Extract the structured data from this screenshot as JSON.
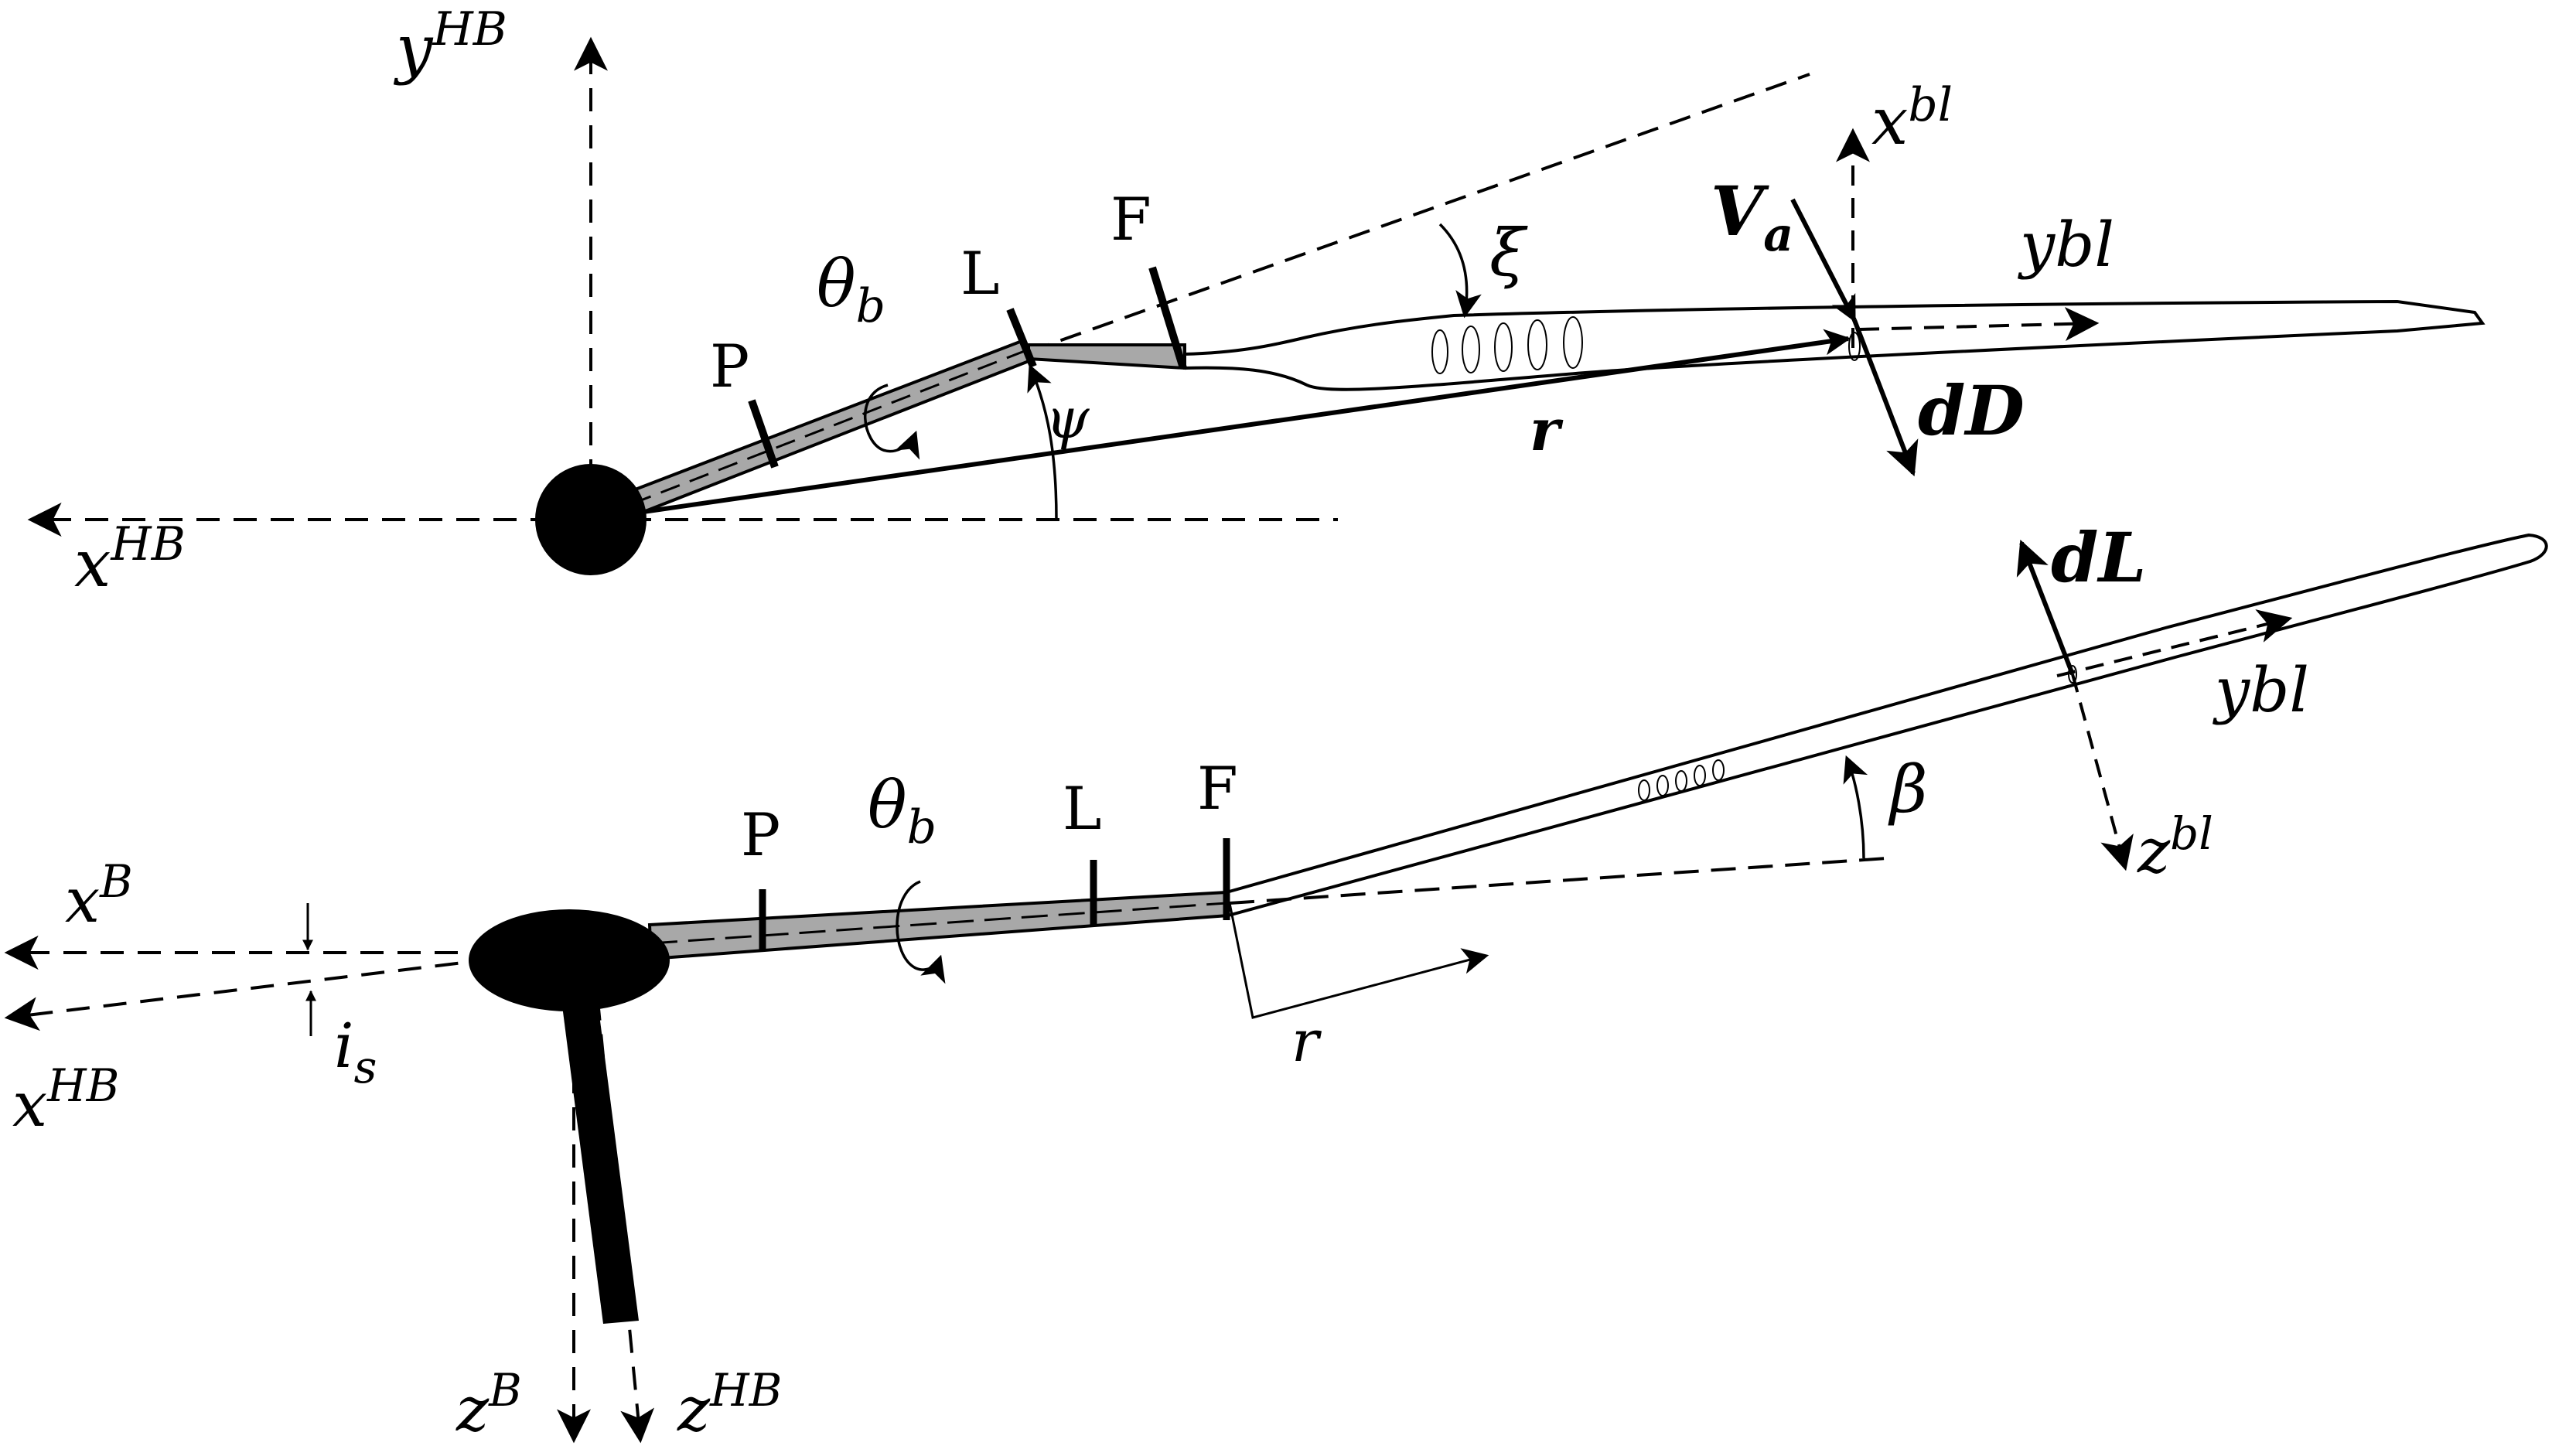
{
  "top_view": {
    "axis_y": {
      "base": "y",
      "sup": "HB"
    },
    "axis_x": {
      "base": "x",
      "sup": "HB"
    },
    "blade_axis_x": {
      "base": "x",
      "sup": "bl"
    },
    "blade_axis_y": "ybl",
    "hinge_p": "P",
    "hinge_l": "L",
    "hinge_f": "F",
    "pitch_angle": {
      "base": "θ",
      "sub": "b"
    },
    "sweep_angle": "ξ",
    "azimuth_angle": "ψ",
    "radius_vector": "r",
    "velocity": {
      "base": "V",
      "sub": "a"
    },
    "drag": "dD"
  },
  "side_view": {
    "axis_xb": {
      "base": "x",
      "sup": "B"
    },
    "axis_xhb": {
      "base": "x",
      "sup": "HB"
    },
    "shaft_tilt": {
      "base": "i",
      "sub": "s"
    },
    "axis_zb": {
      "base": "z",
      "sup": "B"
    },
    "axis_zhb": {
      "base": "z",
      "sup": "HB"
    },
    "hinge_p": "P",
    "hinge_l": "L",
    "hinge_f": "F",
    "pitch_angle": {
      "base": "θ",
      "sub": "b"
    },
    "radius": "r",
    "flap_angle": "β",
    "lift": "dL",
    "blade_axis_y": "ybl",
    "blade_axis_z": {
      "base": "z",
      "sup": "bl"
    }
  },
  "colors": {
    "ink": "#000000",
    "arm_fill": "#a8a8a8",
    "paper": "#ffffff"
  }
}
